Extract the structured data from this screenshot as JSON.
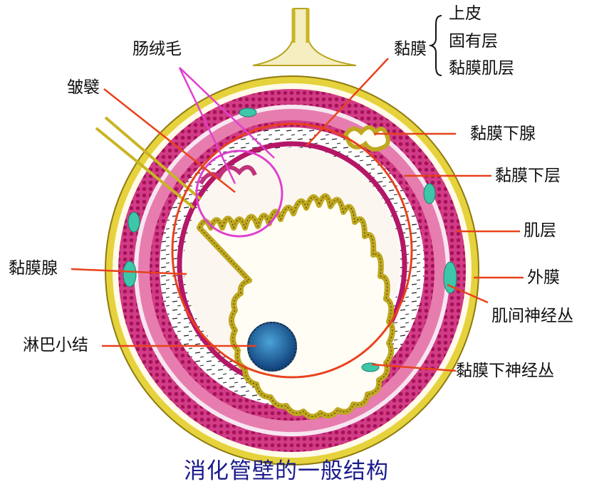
{
  "title": "消化管壁的一般结构",
  "labels": {
    "mucosa": "黏膜",
    "epithelium": "上皮",
    "lamina_propria": "固有层",
    "muscularis_mucosae": "黏膜肌层",
    "villi": "肠绒毛",
    "plica": "皱襞",
    "submucosal_gland": "黏膜下腺",
    "submucosa": "黏膜下层",
    "muscularis": "肌层",
    "adventitia": "外膜",
    "myenteric_plexus": "肌间神经丛",
    "mucosal_gland": "黏膜腺",
    "lymph_nodule": "淋巴小结",
    "submucosal_plexus": "黏膜下神经丛"
  },
  "colors": {
    "pointer_line": "#e8421c",
    "villi_pointer": "#e040d0",
    "muscle": "#c2186b",
    "muscle_light": "#e36aa2",
    "serosa_yellow": "#e6d23c",
    "epithelium_yellow": "#d8c22e",
    "nerve_green": "#3cc7a8",
    "lymph_blue": "#1e5fa8",
    "title_blue": "#1a1a8c"
  }
}
